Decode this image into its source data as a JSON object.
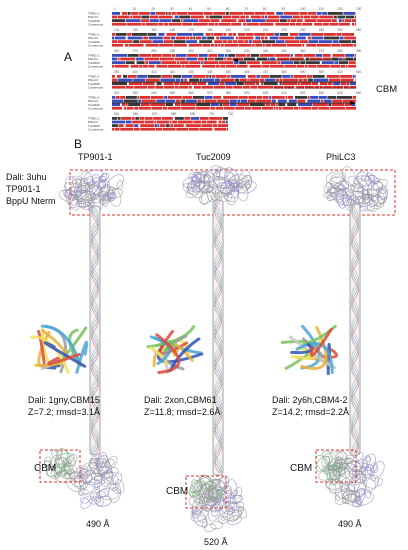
{
  "panelA": {
    "letter": "A",
    "seq_names": [
      "TP901-1",
      "PhiLC3",
      "Tuc2009",
      "Consensus"
    ],
    "cbm_label": "CBM",
    "colors": {
      "identical": "#d81b1b",
      "similar": "#2339b7",
      "other": "#222222",
      "consensus": "#d81b1b",
      "ruler": "#555555"
    },
    "row1_ticks": [
      "1",
      "10",
      "20",
      "30",
      "40",
      "50",
      "60",
      "70",
      "80",
      "90",
      "100",
      "110",
      "120",
      "130"
    ],
    "row2_ticks": [
      "131",
      "140",
      "150",
      "160",
      "170",
      "180",
      "190",
      "200",
      "210",
      "220",
      "230",
      "240",
      "250",
      "260"
    ],
    "row3_ticks": [
      "261",
      "270",
      "280",
      "290",
      "300",
      "310",
      "320",
      "330",
      "340",
      "350",
      "360",
      "370",
      "380",
      "390"
    ],
    "row4_ticks": [
      "391",
      "400",
      "410",
      "420",
      "430",
      "440",
      "450",
      "460",
      "470",
      "480",
      "490",
      "500",
      "510",
      "520"
    ],
    "row5_ticks": [
      "521",
      "530",
      "540",
      "550",
      "560",
      "570",
      "580",
      "590",
      "600",
      "610",
      "620",
      "630",
      "640",
      "650"
    ],
    "row6_ticks": [
      "651",
      "660",
      "670",
      "680",
      "690",
      "700",
      "710"
    ]
  },
  "panelB": {
    "letter": "B",
    "structure_names": [
      "TP901-1",
      "Tuc2009",
      "PhiLC3"
    ],
    "dali_top": [
      "Dali: 3uhu",
      "TP901-1",
      "BppU Nterm"
    ],
    "insets": [
      {
        "line1": "Dali: 1gny,CBM15",
        "line2": "Z=7.2; rmsd=3.1Å"
      },
      {
        "line1": "Dali: 2xon,CBM61",
        "line2": "Z=11.8; rmsd=2.6Å"
      },
      {
        "line1": "Dali: 2y6h,CBM4-2",
        "line2": "Z=14.2; rmsd=2.2Å"
      }
    ],
    "cbm_labels": [
      "CBM",
      "CBM",
      "CBM"
    ],
    "lengths": [
      "490 Å",
      "520 Å",
      "490 Å"
    ],
    "colors": {
      "box": "#e23030",
      "tube": "#8d8d8d"
    }
  }
}
